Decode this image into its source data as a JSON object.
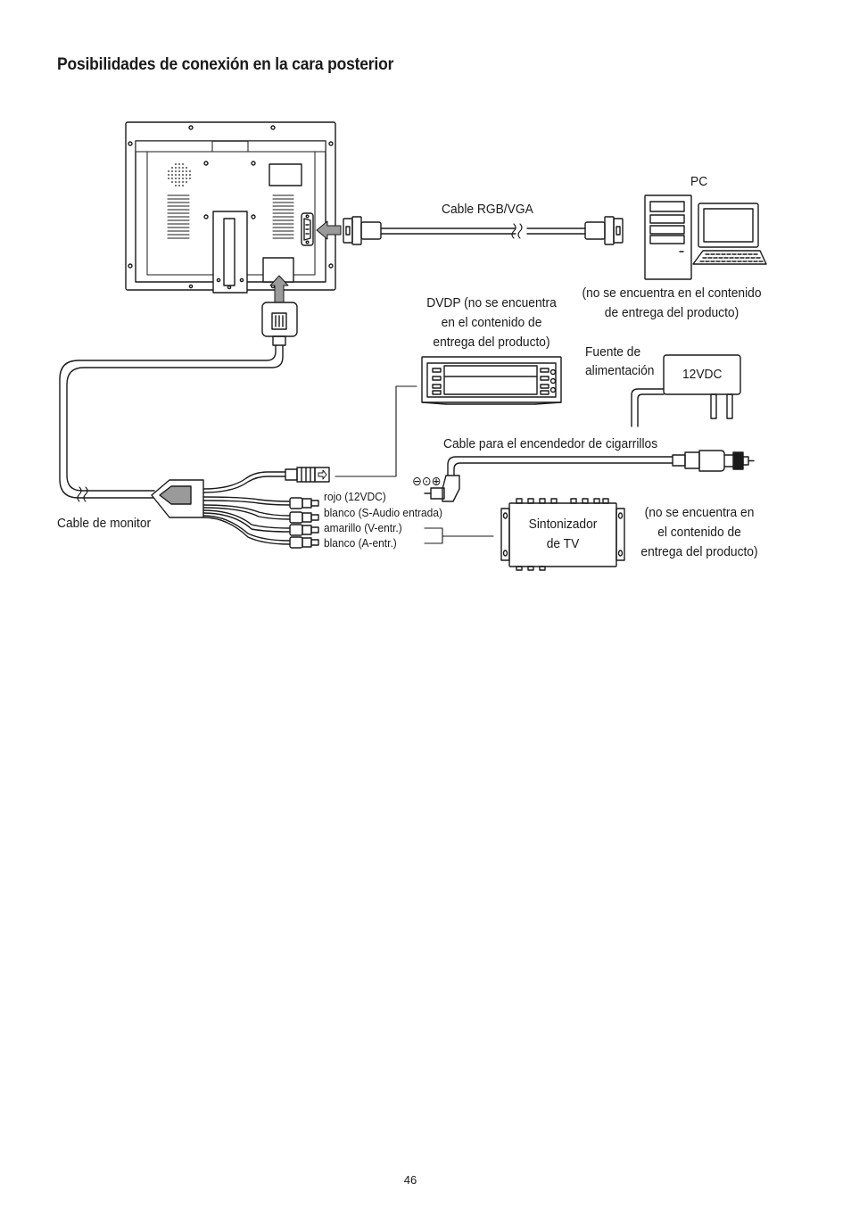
{
  "page": {
    "title": "Posibilidades de conexión en la cara posterior",
    "page_number": "46"
  },
  "labels": {
    "pc": "PC",
    "cable_rgb": "Cable RGB/VGA",
    "pc_note_1": "(no se encuentra en el contenido",
    "pc_note_2": "de entrega del producto)",
    "dvdp_1": "DVDP (no se encuentra",
    "dvdp_2": "en el contenido de",
    "dvdp_3": "entrega del producto)",
    "psu_1": "Fuente de",
    "psu_2": "alimentación",
    "psu_voltage": "12VDC",
    "cigarette_cable": "Cable para el encendedor de cigarrillos",
    "polarity": "⊖⊙⊕",
    "monitor_cable": "Cable de monitor",
    "wire_red": "rojo (12VDC)",
    "wire_white_s": "blanco (S-Audio entrada)",
    "wire_yellow": "amarillo (V-entr.)",
    "wire_white_a": "blanco (A-entr.)",
    "tuner_1": "Sintonizador",
    "tuner_2": "de TV",
    "tuner_note_1": "(no se encuentra en",
    "tuner_note_2": "el contenido de",
    "tuner_note_3": "entrega del producto)"
  }
}
